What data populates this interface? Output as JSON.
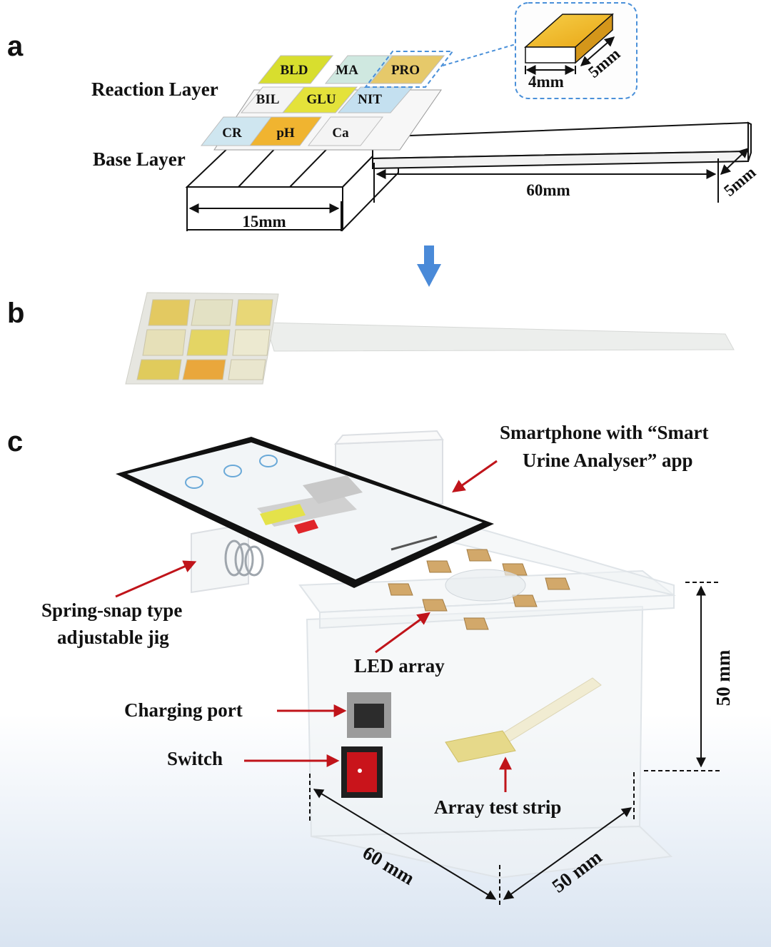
{
  "panels": {
    "a": "a",
    "b": "b",
    "c": "c"
  },
  "panel_a": {
    "reaction_layer": "Reaction Layer",
    "base_layer": "Base Layer",
    "pads": [
      {
        "label": "BLD",
        "color": "#d8de2e"
      },
      {
        "label": "MA",
        "color": "#cfe8e0"
      },
      {
        "label": "PRO",
        "color": "#e6c96a"
      },
      {
        "label": "BIL",
        "color": "#f4f4f4"
      },
      {
        "label": "GLU",
        "color": "#e4e23a"
      },
      {
        "label": "NIT",
        "color": "#c4e0f0"
      },
      {
        "label": "CR",
        "color": "#cfe6f0"
      },
      {
        "label": "pH",
        "color": "#f0b430"
      },
      {
        "label": "Ca",
        "color": "#f4f4f4"
      }
    ],
    "inset_width": "4mm",
    "inset_depth": "5mm",
    "dim_handle_length": "60mm",
    "dim_pad_width": "15mm",
    "dim_handle_width": "5mm",
    "pad_color": "#f2b51d",
    "highlight_color": "#4a90d9"
  },
  "panel_c": {
    "smartphone_label_1": "Smartphone with “Smart",
    "smartphone_label_2": "Urine Analyser” app",
    "jig_label_1": "Spring-snap type",
    "jig_label_2": "adjustable jig",
    "led_label": "LED array",
    "charging_label": "Charging port",
    "switch_label": "Switch",
    "strip_label": "Array test strip",
    "height_label": "50 mm",
    "length_label": "60 mm",
    "depth_label": "50 mm",
    "arrow_color": "#c0141a",
    "phone_screen_title": "Smart Urine Analyser",
    "flow_arrow_color": "#4a8ad8"
  }
}
